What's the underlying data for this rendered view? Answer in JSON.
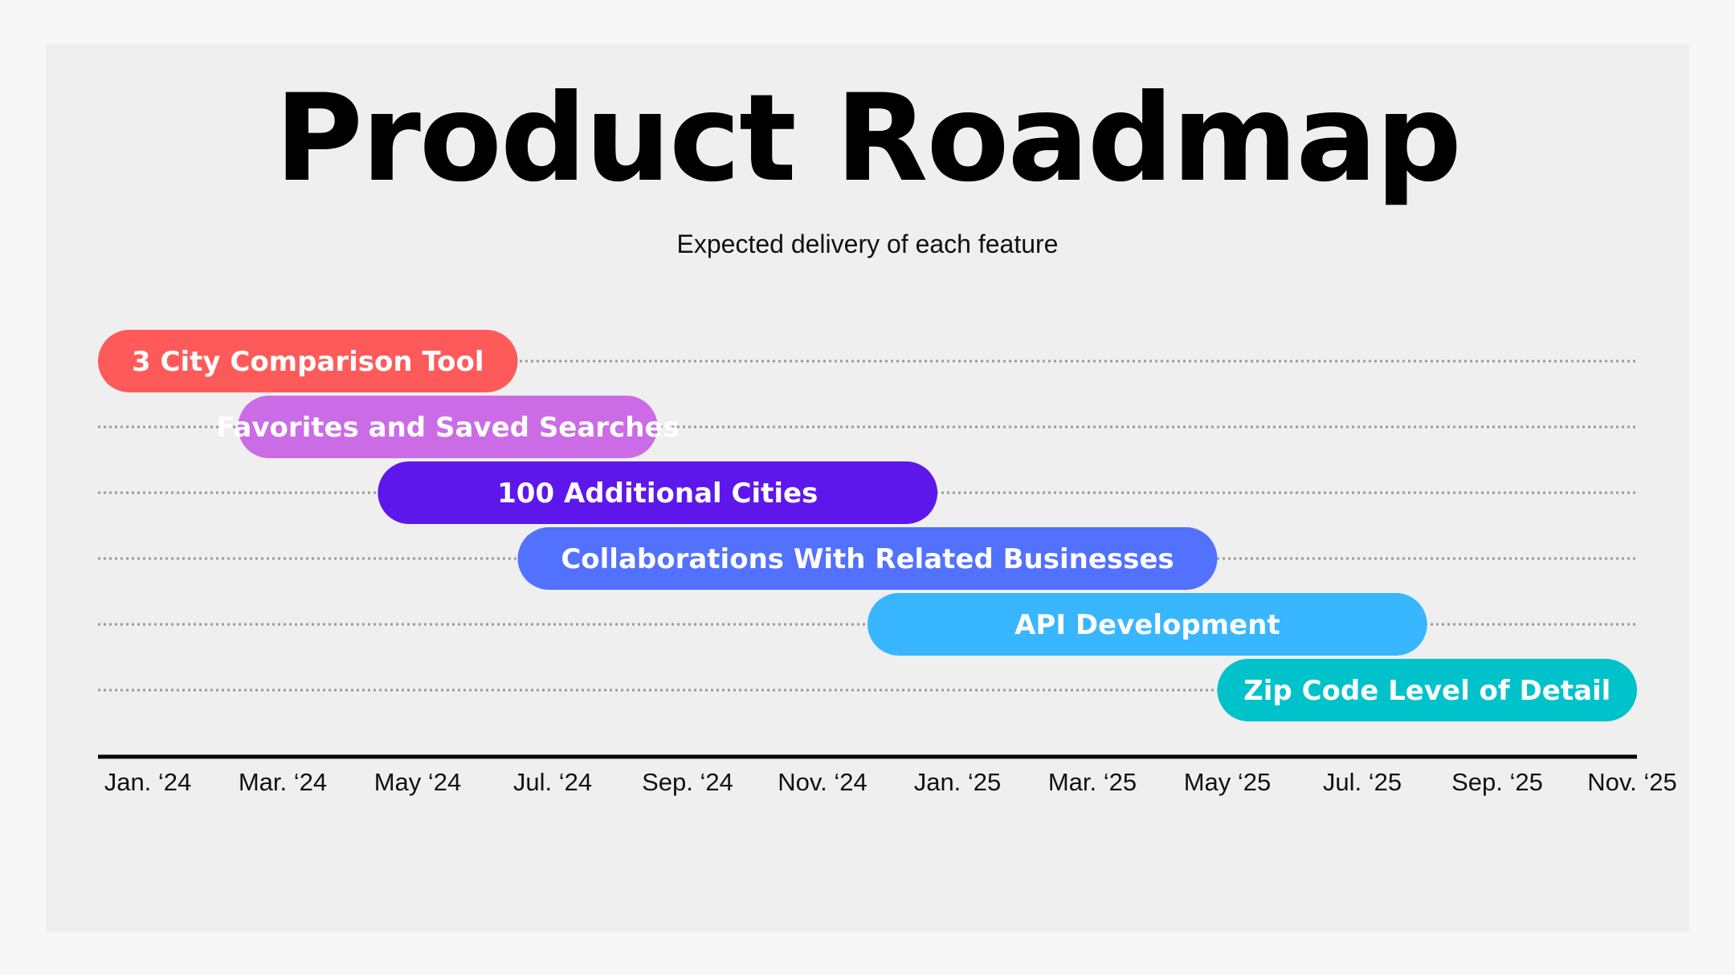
{
  "chart_data": {
    "type": "gantt",
    "title": "Product Roadmap",
    "subtitle": "Expected delivery of each feature",
    "x_ticks": [
      "Jan. ‘24",
      "Mar. ‘24",
      "May ‘24",
      "Jul. ‘24",
      "Sep. ‘24",
      "Nov. ‘24",
      "Jan. ‘25",
      "Mar. ‘25",
      "May ‘25",
      "Jul. ‘25",
      "Sep. ‘25",
      "Nov. ‘25"
    ],
    "x_range": [
      "2024-01",
      "2025-11"
    ],
    "grid": "dotted horizontal lane guides",
    "tasks": [
      {
        "label": "3 City Comparison Tool",
        "start": "2024-01",
        "end": "2024-07",
        "color": "#ff5a5a"
      },
      {
        "label": "Favorites and Saved Searches",
        "start": "2024-03",
        "end": "2024-09",
        "color": "#cb6ce6"
      },
      {
        "label": "100 Additional Cities",
        "start": "2024-05",
        "end": "2025-01",
        "color": "#5e17eb"
      },
      {
        "label": "Collaborations With Related Businesses",
        "start": "2024-07",
        "end": "2025-05",
        "color": "#5271ff"
      },
      {
        "label": "API Development",
        "start": "2024-12",
        "end": "2025-08",
        "color": "#38b6ff"
      },
      {
        "label": "Zip Code Level of Detail",
        "start": "2025-05",
        "end": "2025-11",
        "color": "#00c2cb"
      }
    ]
  }
}
